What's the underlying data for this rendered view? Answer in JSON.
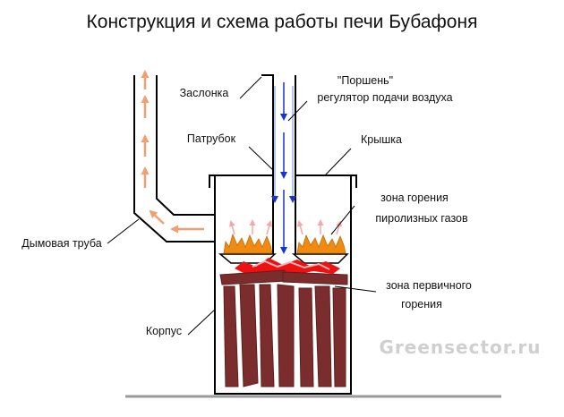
{
  "title": "Конструкция и схема работы печи Бубафоня",
  "labels": {
    "damper": "Заслонка",
    "piston_line1": "\"Поршень\"",
    "piston_line2": "регулятор подачи воздуха",
    "nozzle": "Патрубок",
    "lid": "Крышка",
    "pyro_line1": "зона горения",
    "pyro_line2": "пиролизных газов",
    "chimney": "Дымовая труба",
    "primary_line1": "зона первичного",
    "primary_line2": "горения",
    "body": "Корпус"
  },
  "watermark": "Greensector.ru",
  "colors": {
    "line": "#000000",
    "air_arrow": "#1a33cc",
    "smoke_arrow": "#f0a070",
    "flame": "#f08a10",
    "hot_zone": "#ee1111",
    "wood": "#7b2d2d",
    "ground": "#9a9a9a"
  }
}
